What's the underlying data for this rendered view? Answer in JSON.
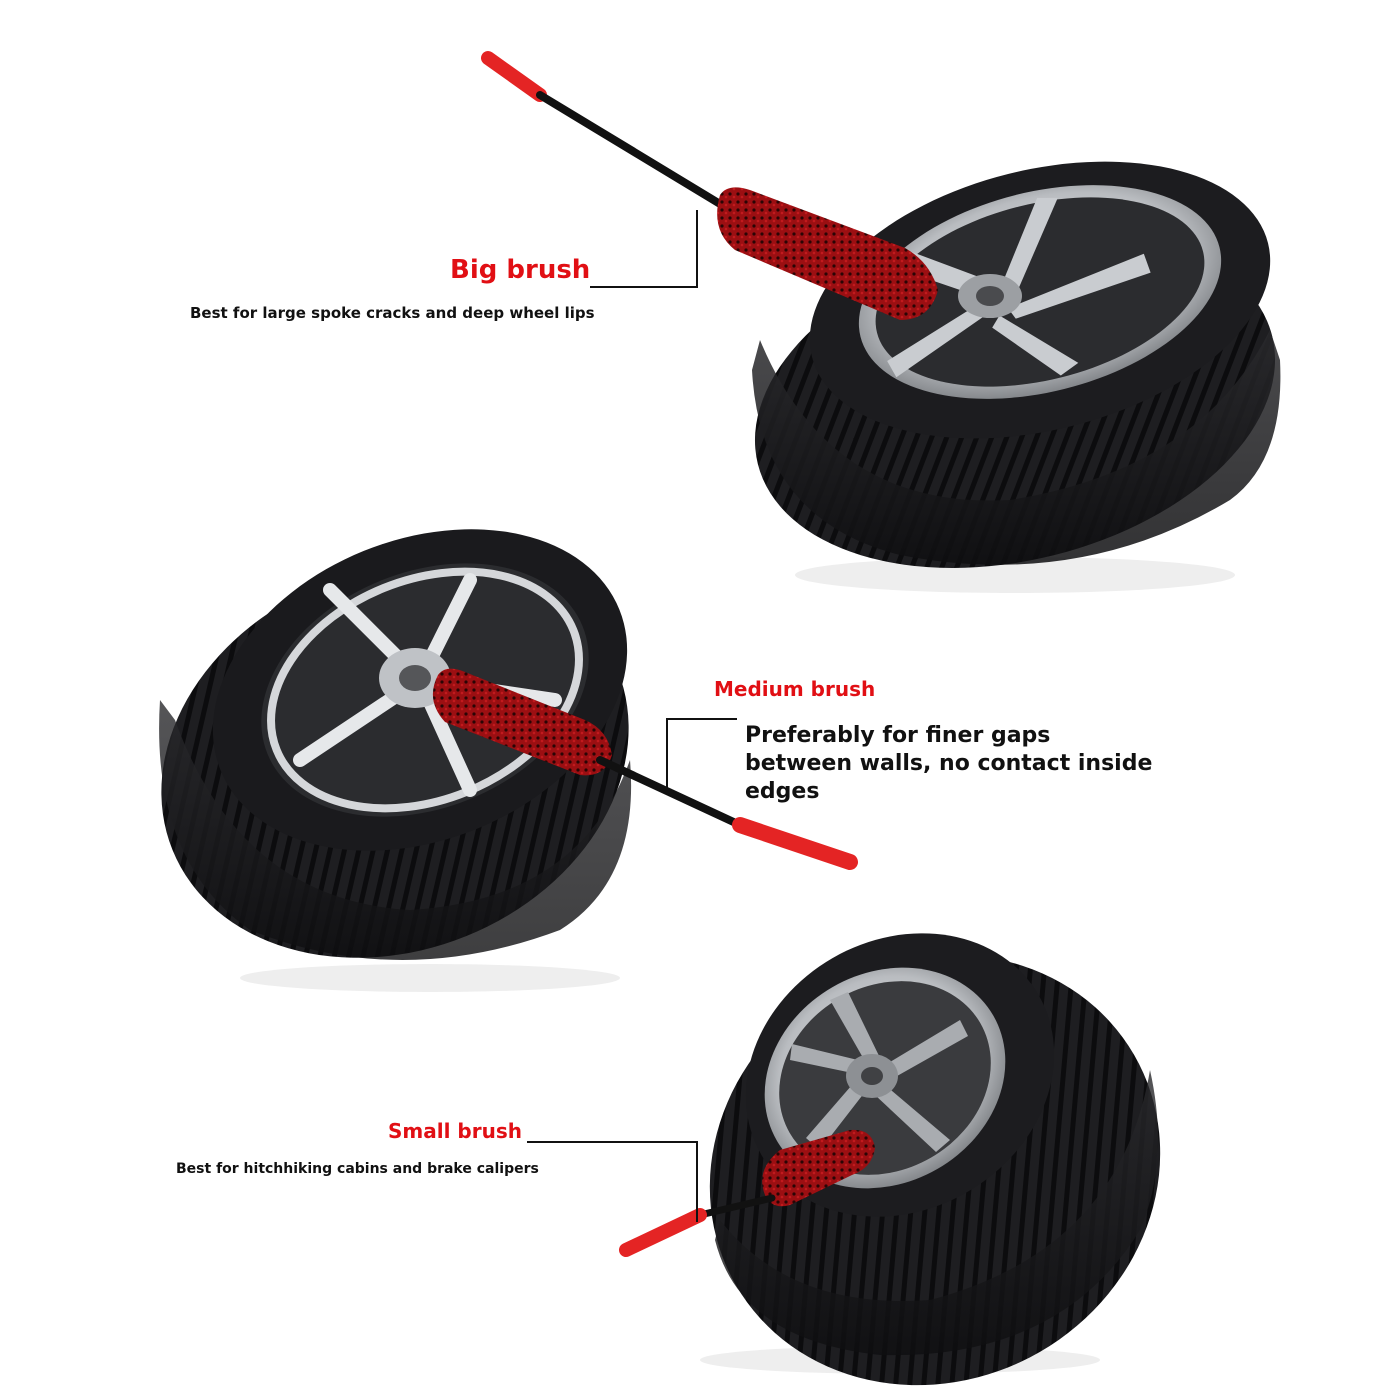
{
  "colors": {
    "accent_red": "#e10f14",
    "handle_red": "#e42424",
    "brush_red": "#8e0b0e",
    "tire_dark": "#1b1b1d",
    "rim_silver": "#bfc2c6",
    "text_dark": "#111111",
    "leader_line": "#111111"
  },
  "big": {
    "title": "Big brush",
    "description": "Best for large spoke cracks and deep wheel lips"
  },
  "medium": {
    "title": "Medium brush",
    "description": "Preferably for finer gaps between walls, no contact inside edges"
  },
  "small": {
    "title": "Small brush",
    "description": "Best for hitchhiking cabins and brake calipers"
  },
  "icons": [
    "tire-wheel-image",
    "wheel-brush-image"
  ]
}
